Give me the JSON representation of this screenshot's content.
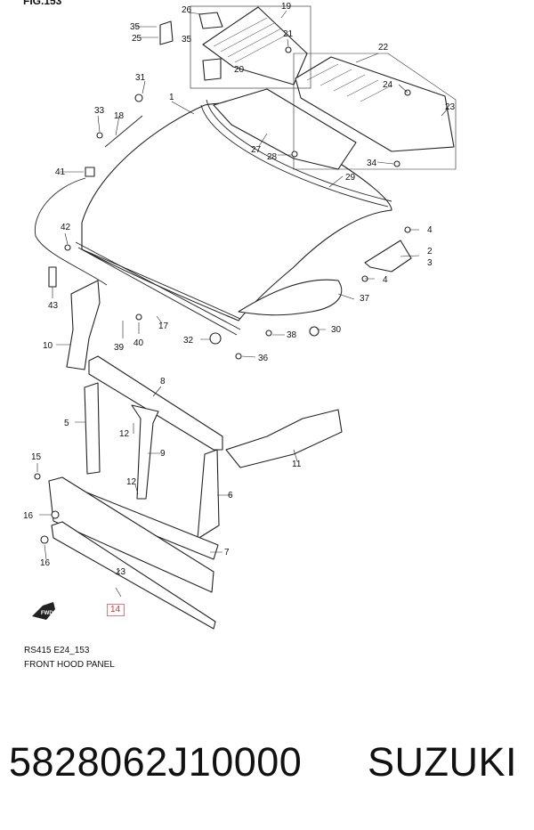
{
  "figure": {
    "label": "FIG.153",
    "drawing_code": "RS415 E24_153",
    "title": "FRONT HOOD PANEL",
    "highlighted_part": "14",
    "highlight_color": "#c23a3a"
  },
  "callouts": [
    "1",
    "2",
    "3",
    "4",
    "4",
    "5",
    "6",
    "7",
    "8",
    "9",
    "10",
    "11",
    "12",
    "12",
    "13",
    "15",
    "16",
    "16",
    "17",
    "18",
    "19",
    "20",
    "21",
    "22",
    "23",
    "24",
    "25",
    "26",
    "27",
    "28",
    "29",
    "30",
    "31",
    "32",
    "33",
    "34",
    "35",
    "35",
    "36",
    "37",
    "38",
    "39",
    "40",
    "41",
    "42",
    "43"
  ],
  "listing": {
    "part_number": "5828062J10000",
    "brand": "SUZUKI"
  },
  "icons": {
    "front_arrow": "fwd-arrow-icon"
  }
}
